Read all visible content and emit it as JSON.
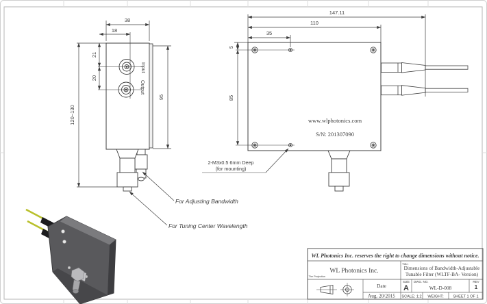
{
  "page": {
    "background": "#ffffff",
    "line_color": "#3d3d3d",
    "frame_color": "#b5b5b5"
  },
  "front_view": {
    "dims": {
      "width_total": "38",
      "width_to_port": "18",
      "port1_offset": "21",
      "port_spacing": "20",
      "height_total": "120~130",
      "body_height": "95"
    },
    "labels": {
      "input": "Input",
      "output": "Output"
    }
  },
  "top_view": {
    "dims": {
      "length_total": "147.11",
      "body_length": "110",
      "hole_offset_x": "35",
      "hole_edge_offset": "5",
      "hole_spacing_y": "85"
    },
    "website": "www.wlphotonics.com",
    "serial": "S/N: 201307090",
    "mounting_note_line1": "2-M3x0.5 6mm Deep",
    "mounting_note_line2": "(for mounting)"
  },
  "callouts": {
    "bandwidth": "For Adjusting Bandwidth",
    "wavelength": "For Tuning Center Wavelength"
  },
  "title_block": {
    "disclaimer": "WL Photonics Inc. reserves the right to change dimensions without notice.",
    "company": "WL Photonics Inc.",
    "title_label": "Title:",
    "title_line1": "Dimensions of Bandwidth-Adjustable",
    "title_line2": "Tunable Filter (WLTF-BA- Version)",
    "projection_label": "The Projection",
    "date_label": "Date",
    "date_value": "Aug. 20/2015",
    "size_label": "SIZE",
    "size_value": "A",
    "dwg_label": "DWG.  NO.",
    "dwg_value": "WL-D-008",
    "rev_label": "REV",
    "rev_value": "1",
    "scale_text": "SCALE: 1:2",
    "weight_text": "WEIGHT:",
    "sheet_text": "SHEET 1 OF 1"
  },
  "photo": {
    "fiber_color": "#b9c02c",
    "body_color": "#59595c"
  }
}
